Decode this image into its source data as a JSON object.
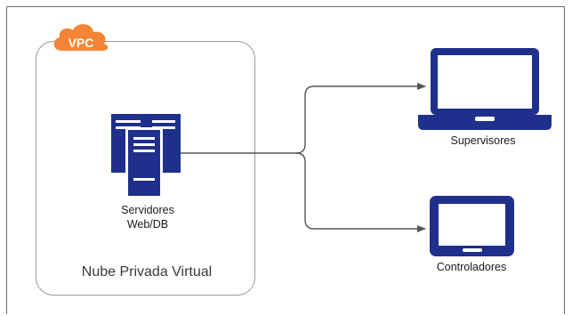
{
  "diagram": {
    "badge": {
      "text": "VPC",
      "icon": "cloud-icon",
      "color": "#F58536"
    },
    "group": {
      "label": "Nube Privada Virtual"
    },
    "nodes": {
      "servers": {
        "label_line1": "Servidores",
        "label_line2": "Web/DB",
        "icon": "server-icon"
      },
      "supervisors": {
        "label": "Supervisores",
        "icon": "laptop-icon"
      },
      "controllers": {
        "label": "Controladores",
        "icon": "tablet-icon"
      }
    },
    "icon_color": "#1F2F8C",
    "connector_color": "#555555"
  }
}
